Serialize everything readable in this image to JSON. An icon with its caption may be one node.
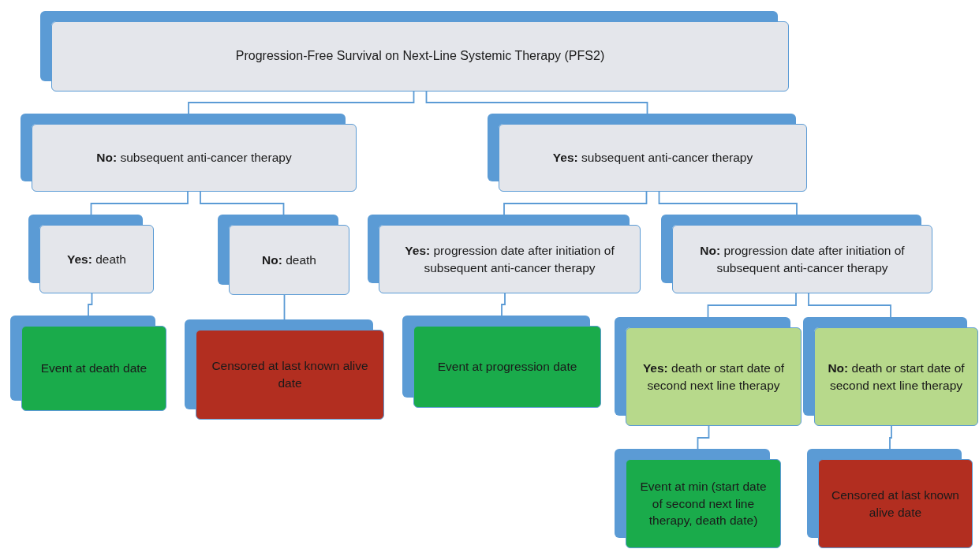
{
  "diagram": {
    "nodes": [
      {
        "text": [
          "Progression-Free Survival on Next-Line Systemic Therapy (PFS2)"
        ]
      },
      {
        "text": [
          "**No:** subsequent anti-cancer therapy"
        ]
      },
      {
        "text": [
          "**Yes:** subsequent anti-cancer therapy"
        ]
      },
      {
        "text": [
          "**Yes:** death"
        ]
      },
      {
        "text": [
          "**No:** death"
        ]
      },
      {
        "text": [
          "**Yes:** progression date after initiation of subsequent anti-cancer therapy"
        ]
      },
      {
        "text": [
          "**No:** progression date after initiation of subsequent anti-cancer therapy"
        ]
      },
      {
        "text": [
          "Event at death date"
        ]
      },
      {
        "text": [
          "Censored at last known alive date"
        ]
      },
      {
        "text": [
          "Event at progression date"
        ]
      },
      {
        "text": [
          "**Yes:** death or start date of second next line therapy"
        ]
      },
      {
        "text": [
          "**No:** death or start date of second next line therapy"
        ]
      },
      {
        "text": [
          "Event at min (start date of second next line therapy, death date)"
        ]
      },
      {
        "text": [
          "Censored at last known alive date"
        ]
      }
    ],
    "edges": [
      {
        "from": 0,
        "to": 1,
        "arrow": "none"
      },
      {
        "from": 0,
        "to": 2,
        "arrow": "none"
      },
      {
        "from": 1,
        "to": 3,
        "arrow": "none"
      },
      {
        "from": 1,
        "to": 4,
        "arrow": "none"
      },
      {
        "from": 2,
        "to": 5,
        "arrow": "none"
      },
      {
        "from": 2,
        "to": 6,
        "arrow": "none"
      },
      {
        "from": 3,
        "to": 7,
        "arrow": "none"
      },
      {
        "from": 4,
        "to": 8,
        "arrow": "none"
      },
      {
        "from": 5,
        "to": 9,
        "arrow": "none"
      },
      {
        "from": 6,
        "to": 10,
        "arrow": "none"
      },
      {
        "from": 6,
        "to": 11,
        "arrow": "none"
      },
      {
        "from": 10,
        "to": 12,
        "arrow": "none"
      },
      {
        "from": 11,
        "to": 13,
        "arrow": "none"
      }
    ]
  }
}
